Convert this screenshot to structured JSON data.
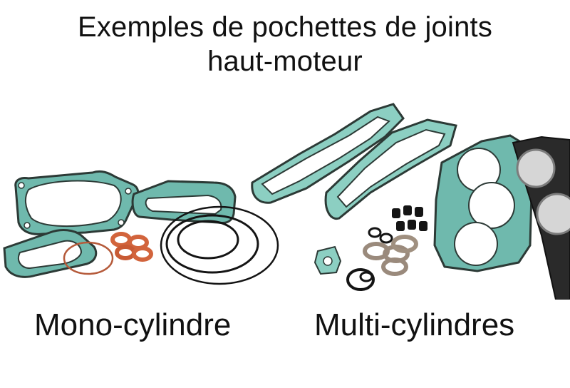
{
  "title": {
    "line1": "Exemples de pochettes de joints",
    "line2": "haut-moteur"
  },
  "captions": {
    "mono": "Mono-cylindre",
    "multi": "Multi-cylindres"
  },
  "colors": {
    "gasket_teal": "#6fb9ad",
    "gasket_dark": "#2c3a36",
    "copper": "#d2643c",
    "steel": "#9a8a7c"
  }
}
